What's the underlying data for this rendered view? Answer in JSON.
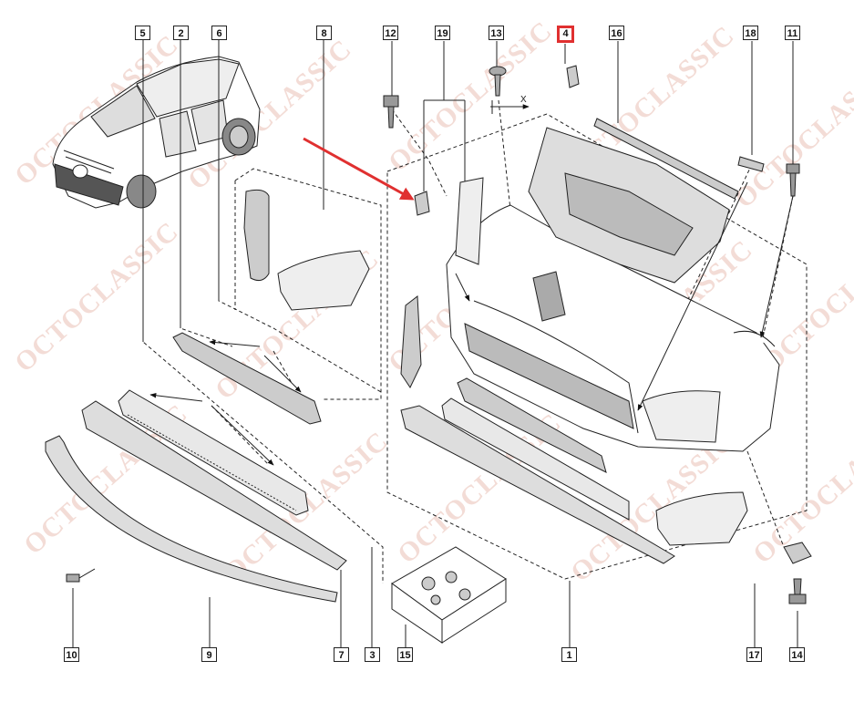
{
  "watermark": "OCTOCLASSIC",
  "dimension_label": "X",
  "highlight_color": "#e03030",
  "arrow_color": "#e03030",
  "labels": [
    {
      "id": "5",
      "text": "5"
    },
    {
      "id": "2",
      "text": "2"
    },
    {
      "id": "6",
      "text": "6"
    },
    {
      "id": "8",
      "text": "8"
    },
    {
      "id": "12",
      "text": "12"
    },
    {
      "id": "19",
      "text": "19"
    },
    {
      "id": "13",
      "text": "13"
    },
    {
      "id": "4",
      "text": "4",
      "highlighted": true
    },
    {
      "id": "16",
      "text": "16"
    },
    {
      "id": "18",
      "text": "18"
    },
    {
      "id": "11",
      "text": "11"
    },
    {
      "id": "10",
      "text": "10"
    },
    {
      "id": "9",
      "text": "9"
    },
    {
      "id": "7",
      "text": "7"
    },
    {
      "id": "3",
      "text": "3"
    },
    {
      "id": "15",
      "text": "15"
    },
    {
      "id": "1",
      "text": "1"
    },
    {
      "id": "17",
      "text": "17"
    },
    {
      "id": "14",
      "text": "14"
    }
  ]
}
